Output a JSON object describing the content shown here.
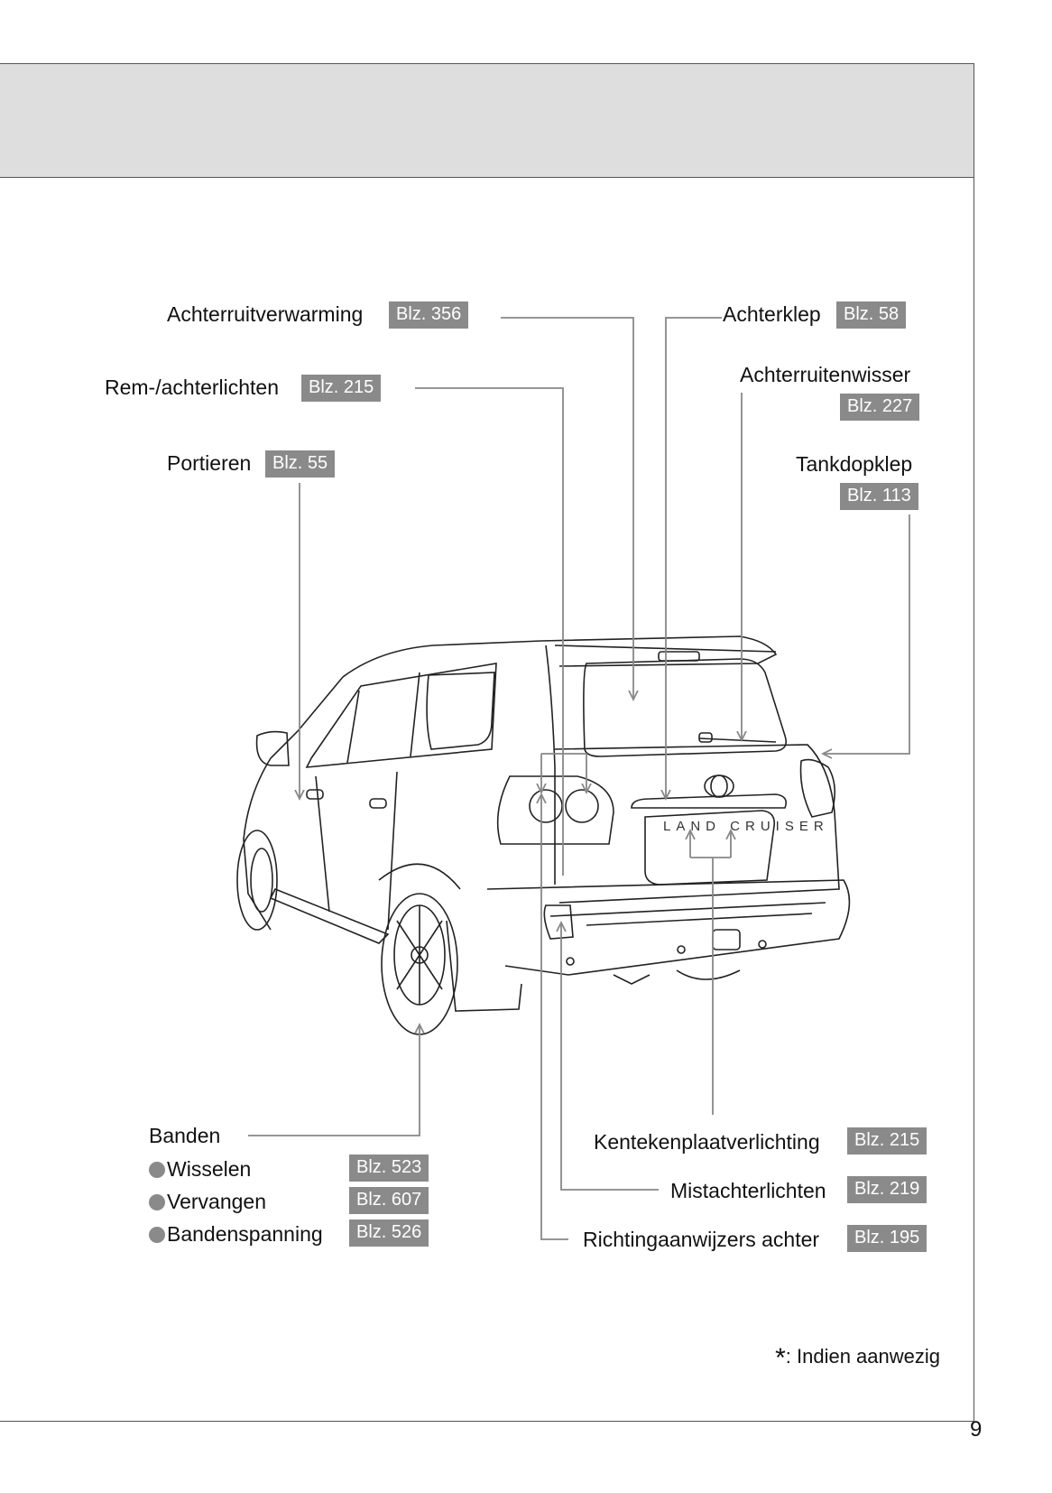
{
  "labels": {
    "achterruitverwarming": {
      "text": "Achterruitverwarming",
      "page": "Blz. 356"
    },
    "remachterlichten": {
      "text": "Rem-/achterlichten",
      "page": "Blz. 215"
    },
    "portieren": {
      "text": "Portieren",
      "page": "Blz. 55"
    },
    "achterklep": {
      "text": "Achterklep",
      "page": "Blz. 58"
    },
    "achterruitenwisser": {
      "text": "Achterruitenwisser",
      "page": "Blz. 227"
    },
    "tankdopklep": {
      "text": "Tankdopklep",
      "page": "Blz. 113"
    },
    "banden": {
      "text": "Banden",
      "items": [
        {
          "text": "Wisselen",
          "page": "Blz. 523"
        },
        {
          "text": "Vervangen",
          "page": "Blz. 607"
        },
        {
          "text": "Bandenspanning",
          "page": "Blz. 526"
        }
      ]
    },
    "kentekenplaatverlichting": {
      "text": "Kentekenplaatverlichting",
      "page": "Blz. 215"
    },
    "mistachterlichten": {
      "text": "Mistachterlichten",
      "page": "Blz. 219"
    },
    "richtingaanwijzers": {
      "text": "Richtingaanwijzers achter",
      "page": "Blz. 195"
    }
  },
  "vehicle_badge": "LAND CRUISER",
  "footnote": {
    "symbol": "*",
    "text": ": Indien aanwezig"
  },
  "page_number": "9"
}
